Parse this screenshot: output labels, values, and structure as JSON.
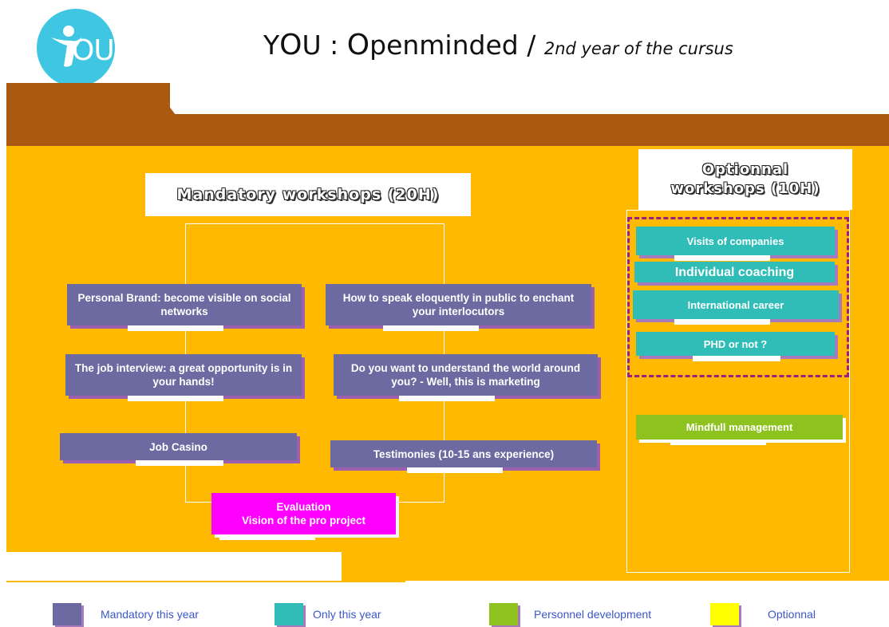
{
  "header": {
    "logo_text": "OU",
    "title_y": "Y",
    "title_o": "O",
    "title_u": "U : ",
    "title_o2": "O",
    "title_rest": "penminded / ",
    "title_sub": "2nd year of the cursus"
  },
  "mandatory": {
    "header": "Mandatory workshops (20H)",
    "left_column": [
      "Personal Brand: become visible on social networks",
      "The job interview: a great opportunity is in your hands!",
      "Job Casino"
    ],
    "right_column": [
      "How to speak eloquently in public to enchant your interlocutors",
      "Do you want to understand the world around you? - Well, this is marketing",
      "Testimonies (10-15 ans experience)"
    ],
    "evaluation_line1": "Evaluation",
    "evaluation_line2": "Vision of the pro project"
  },
  "optional": {
    "header_line1": "Optionnal",
    "header_line2": "workshops  (10H)",
    "items": [
      "Visits of companies",
      "Individual coaching",
      "International career",
      "PHD or not ?"
    ],
    "extra_item": "Mindfull management"
  },
  "legend": [
    {
      "label": "Mandatory this year",
      "color": "#6c6aa1"
    },
    {
      "label": "Only this year",
      "color": "#30bdb8"
    },
    {
      "label": "Personnel development",
      "color": "#8dc21f"
    },
    {
      "label": "Optionnal",
      "color": "#ffff00"
    }
  ],
  "colors": {
    "brown_band": "#ab5811",
    "panel": "#ffb900",
    "logo": "#3fc6e2",
    "mandatory": "#6c6aa1",
    "only_this_year": "#30bdb8",
    "personal_dev": "#8dc21f",
    "evaluation": "#ff00ff",
    "dashed_border": "#9a1f7e"
  }
}
